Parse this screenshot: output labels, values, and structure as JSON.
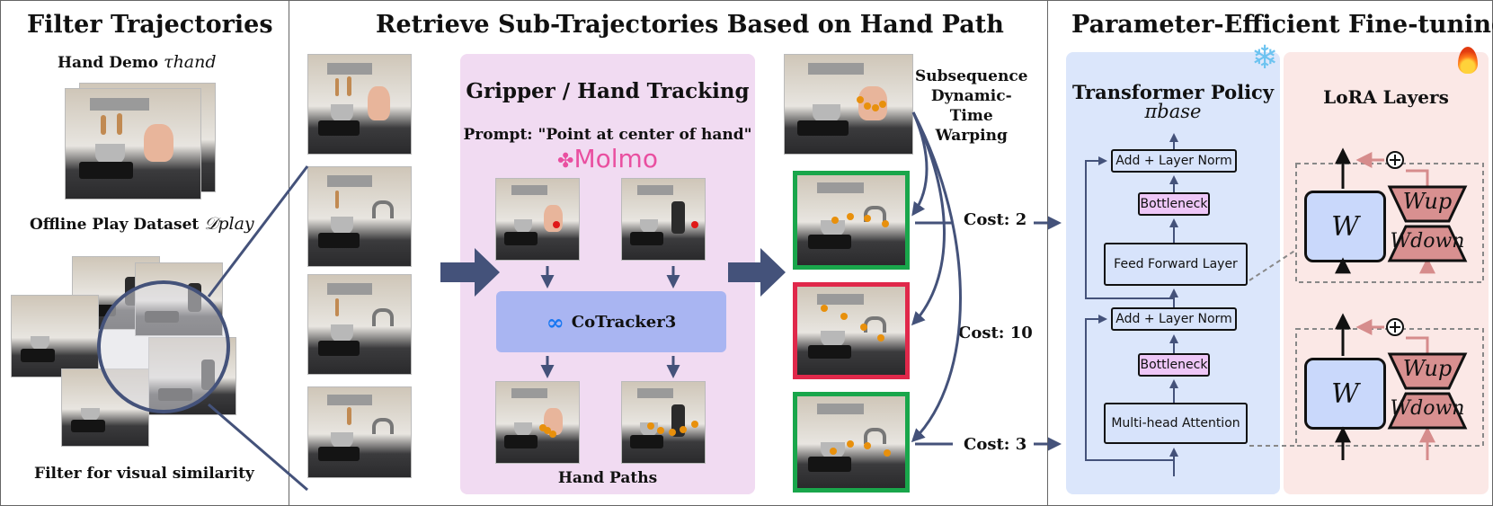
{
  "panels": {
    "filter": {
      "title": "Filter Trajectories",
      "hand_demo_label": "Hand Demo",
      "hand_demo_symbol": "τhand",
      "offline_label": "Offline Play Dataset",
      "offline_symbol": "𝒟play",
      "filter_caption": "Filter for visual similarity"
    },
    "retrieve": {
      "title": "Retrieve Sub-Trajectories Based on Hand Path",
      "tracking_title": "Gripper / Hand Tracking",
      "prompt": "Prompt: \"Point at center of hand\"",
      "molmo_label": "Molmo",
      "cotracker_label": "CoTracker3",
      "hand_paths_label": "Hand Paths",
      "dtw_label_lines": [
        "Subsequence",
        "Dynamic-",
        "Time",
        "Warping"
      ],
      "costs": [
        "Cost: 2",
        "Cost: 10",
        "Cost: 3"
      ]
    },
    "finetune": {
      "title": "Parameter-Efficient Fine-tuning",
      "transformer_title": "Transformer Policy",
      "pi_symbol": "πbase",
      "lora_title": "LoRA Layers",
      "blocks": {
        "add_norm_top": "Add + Layer Norm",
        "bottleneck_top": "Bottleneck",
        "feed_forward": "Feed Forward Layer",
        "add_norm_bottom": "Add + Layer Norm",
        "bottleneck_bottom": "Bottleneck",
        "attention": "Multi-head Attention"
      },
      "lora": {
        "w": "W",
        "w_up": "Wup",
        "w_down": "Wdown",
        "plus": "⊕"
      },
      "icons": {
        "frozen": "snowflake-icon",
        "trainable": "fire-icon"
      }
    }
  },
  "colors": {
    "arrow": "#44527a",
    "tracking_bg": "#f1dbf2",
    "cotracker_bg": "#a9b5f2",
    "transformer_bg": "#dbe6fb",
    "lora_bg": "#fbe8e6",
    "good_frame": "#19a64b",
    "bad_frame": "#e0284a",
    "lora_arrow": "#d68c8c",
    "molmo_pink": "#e94fa0"
  }
}
